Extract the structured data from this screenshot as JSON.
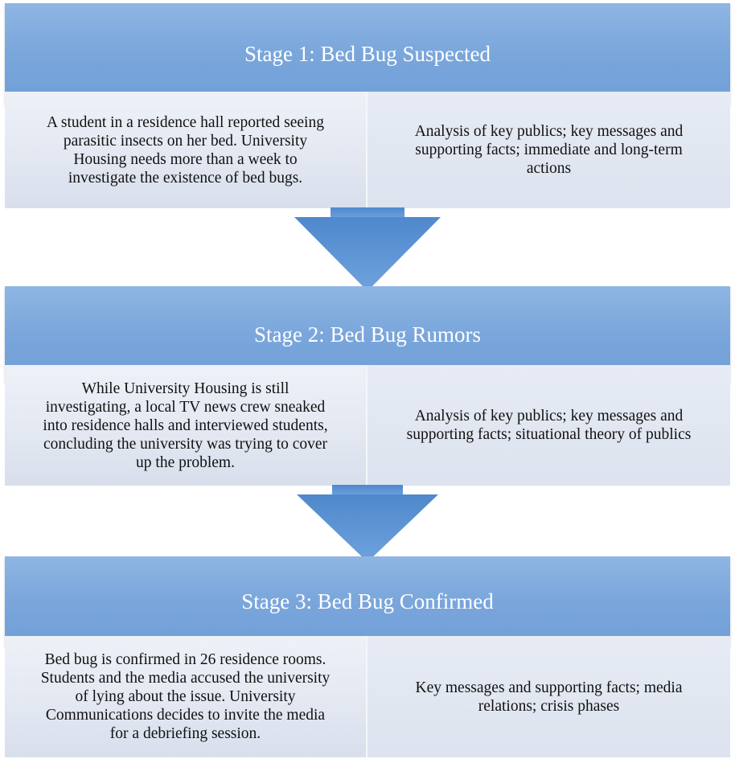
{
  "stages": [
    {
      "title": "Stage 1: Bed Bug Suspected",
      "left_text": "A student in a residence hall reported seeing\nparasitic insects on her bed. University\nHousing needs more than a week to\ninvestigate the existence of bed bugs.",
      "right_text": "Analysis of key publics; key messages and\nsupporting facts;  immediate and long-term\nactions"
    },
    {
      "title": "Stage 2: Bed Bug Rumors",
      "left_text": "While University Housing is still\ninvestigating, a local TV news crew sneaked\ninto residence halls and interviewed students,\nconcluding the university was trying to cover\nup the problem.",
      "right_text": "Analysis of key publics; key messages and\nsupporting facts; situational theory of publics"
    },
    {
      "title": "Stage 3: Bed Bug Confirmed",
      "left_text": "Bed bug is confirmed in 26 residence rooms.\nStudents and the media accused the university\nof lying about the issue. University\nCommunications decides to invite the media\nfor a debriefing session.",
      "right_text": "Key messages and supporting facts; media\nrelations; crisis phases"
    }
  ],
  "colors": {
    "header": "#7aa6db",
    "body": "#dde4f0",
    "arrow": "#5b93d2"
  }
}
